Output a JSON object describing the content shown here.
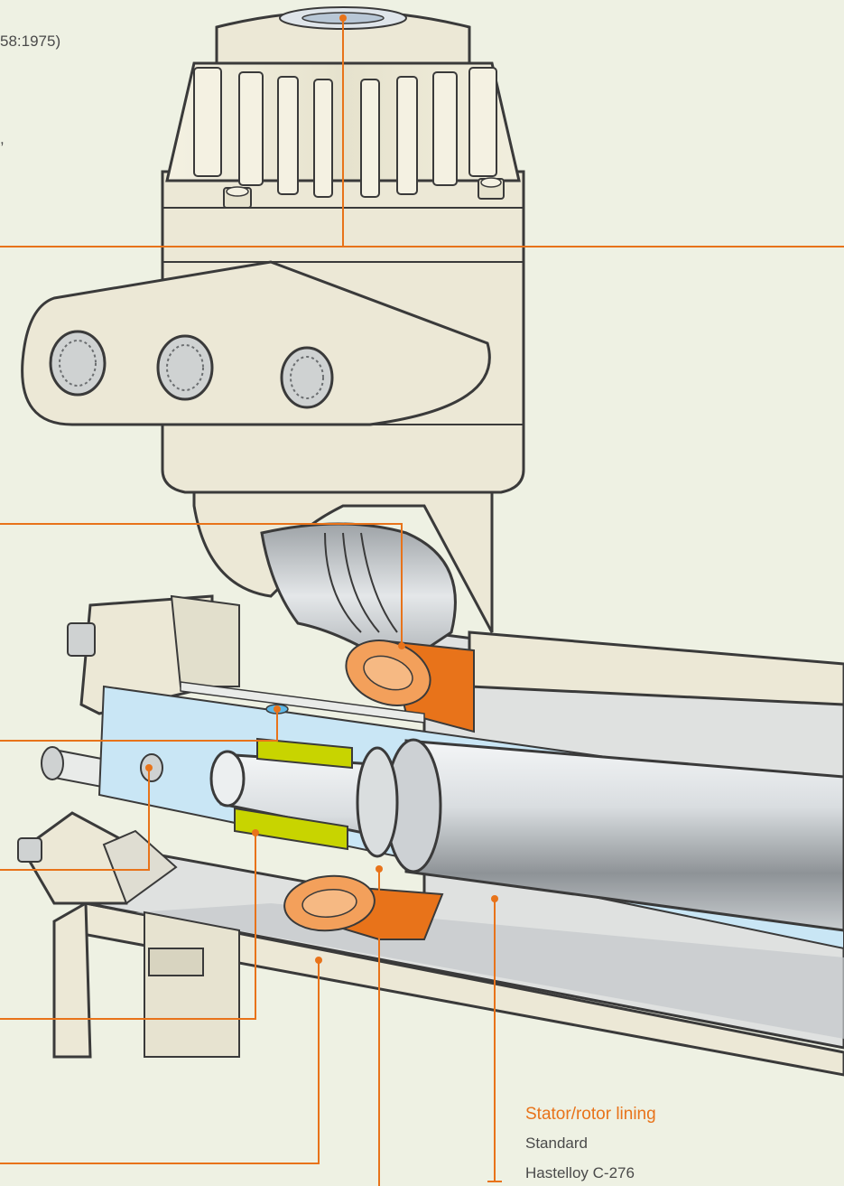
{
  "labels": {
    "top_fragment": "58:1975)",
    "comma_fragment": ",",
    "stator_heading": "Stator/rotor lining",
    "stator_line1": "Standard",
    "stator_line2": "Hastelloy C-276"
  },
  "colors": {
    "background": "#eef1e3",
    "leader": "#e8731a",
    "housing": "#ece8d6",
    "housing_outline": "#3a3a3a",
    "fluid": "#c9e6f5",
    "bearing": "#c8d400",
    "coil": "#f3a05b",
    "coil_dark": "#e8731a",
    "shaft": "#b5b9bd"
  },
  "icons": [
    "screw-thread-icon",
    "bolt-icon"
  ]
}
